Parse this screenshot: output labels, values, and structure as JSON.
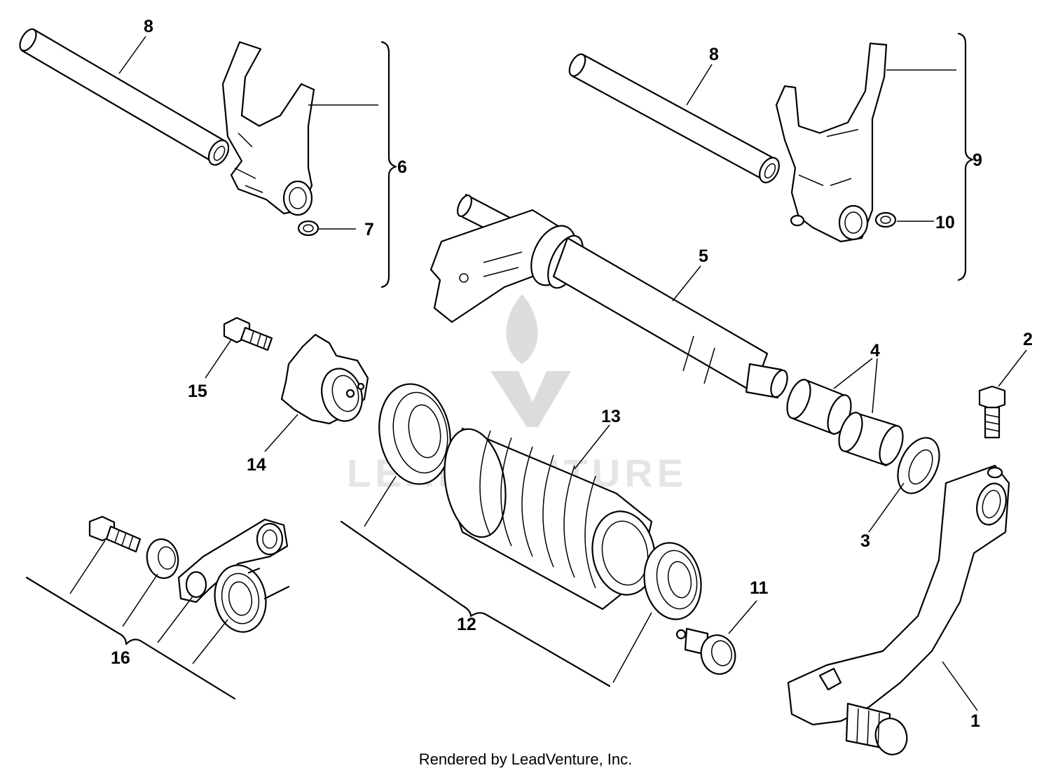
{
  "callouts": {
    "c1": "1",
    "c2": "2",
    "c3": "3",
    "c4": "4",
    "c5": "5",
    "c6": "6",
    "c7": "7",
    "c8a": "8",
    "c8b": "8",
    "c9": "9",
    "c10": "10",
    "c11": "11",
    "c12": "12",
    "c13": "13",
    "c14": "14",
    "c15": "15",
    "c16": "16"
  },
  "watermark": "LEADVENTURE",
  "footer": "Rendered by LeadVenture, Inc."
}
